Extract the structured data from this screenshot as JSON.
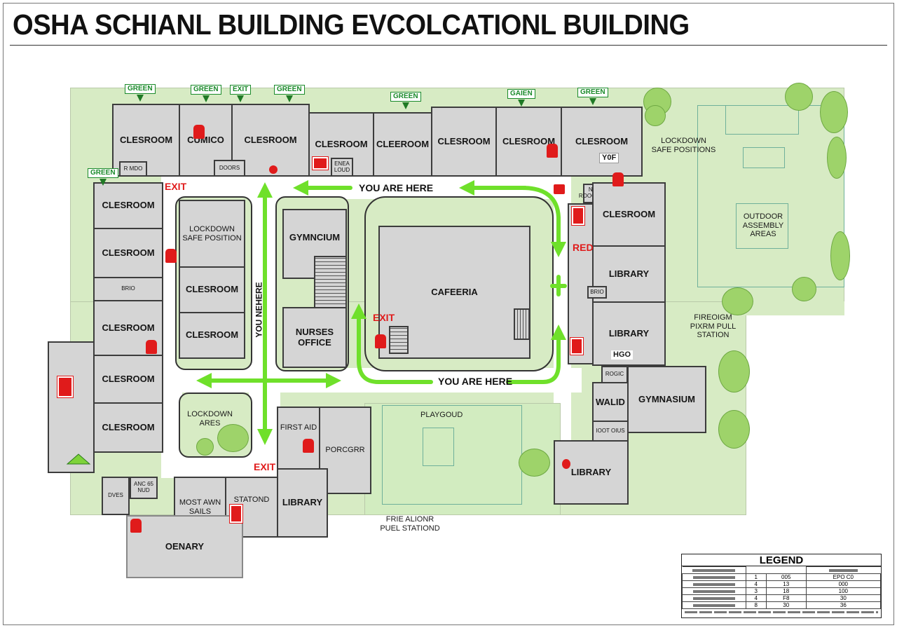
{
  "title": "OSHA SCHIANL BUILDING EVCOLCATIONL BUILDING",
  "colors": {
    "grass": "#d7ebc4",
    "route": "#6fe02a",
    "exit": "#e01b1b",
    "sign": "#1a8a2a",
    "room": "#d5d5d5"
  },
  "signs": [
    "GREEN",
    "GREEN",
    "EXIT",
    "GREEN",
    "GREEN",
    "GAIEN",
    "GREEN",
    "GREEN"
  ],
  "rooms": {
    "t1": "CLESROOM",
    "t2": "CUMICO",
    "t3": "CLESROOM",
    "t4": "CLESROOM",
    "t5": "CLEEROOM",
    "t6": "CLESROOM",
    "t7": "CLESROOM",
    "t8": "CLESROOM",
    "s1": "R MDO",
    "s2": "DOORS",
    "s3": "ENEA LOUD",
    "s4": "NIG ROOCKIVE",
    "l1": "CLESROOM",
    "l2": "CLESROOM",
    "l3": "BRIO",
    "l4": "CLESROOM",
    "l5": "CLESROOM",
    "l6": "CLESROOM",
    "i1": "LOCKDOWN SAFE POSITION",
    "i2": "CLESROOM",
    "i3": "CLESROOM",
    "g1": "GYMNCIUM",
    "g2": "NURSES OFFICE",
    "caf": "CAFEERIA",
    "r1": "CLESROOM",
    "r2": "LIBRARY",
    "r3": "BRIO",
    "r4": "LIBRARY",
    "r5": "HGO",
    "r6": "ROGIC",
    "r7": "GYMNASIUM",
    "r8": "WALID",
    "r9": "IOOT OIUS",
    "r10": "LIBRARY",
    "b1": "LOCKDOWN ARES",
    "b2": "FIRST AID",
    "b3": "PORCGRR",
    "b4": "MOST AWN SAILS",
    "b5": "STATOND",
    "b6": "LIBRARY",
    "b7": "OENARY",
    "b8": "ANC 65 NUD",
    "b9": "DVES"
  },
  "labels": {
    "lockdown_right": "LOCKDOWN SAFE POSITIONS",
    "assembly": "OUTDOOR ASSEMBLY AREAS",
    "pull_station": "FIREOIGM PIXRM PULL STATION",
    "playground": "PLAYGOUD",
    "pull_bottom": "FRIE ALIONR PUEL STATIOND",
    "yf": "Y0F",
    "red": "RED"
  },
  "route": {
    "here1": "YOU ARE HERE",
    "here2": "YOU ARE HERE",
    "here3": "YOU NEHERE"
  },
  "exits": [
    "EXIT",
    "EXIT",
    "EXIT"
  ],
  "legend": {
    "title": "LEGEND",
    "rows": [
      [
        "1",
        "005",
        "EPO  C0"
      ],
      [
        "4",
        "13",
        "000"
      ],
      [
        "3",
        "18",
        "100"
      ],
      [
        "4",
        "F8",
        "30"
      ],
      [
        "8",
        "30",
        "36"
      ]
    ]
  }
}
